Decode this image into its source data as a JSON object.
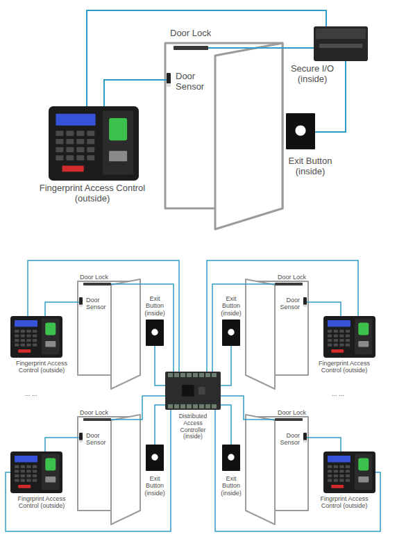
{
  "diagram": {
    "nodes": [
      {
        "text": [
          "Door Lock"
        ]
      },
      {
        "text": [
          "Secure I/O (inside)"
        ]
      },
      {
        "text": [
          "Door Sensor"
        ]
      },
      {
        "text": [
          "Fingerprint Access Control (outside)"
        ]
      },
      {
        "text": [
          "Exit Button (inside)"
        ]
      },
      {
        "text": [
          "Door Lock"
        ]
      },
      {
        "text": [
          "Door Sensor"
        ]
      },
      {
        "text": [
          "Exit Button (inside)"
        ]
      },
      {
        "text": [
          "Fingerprint Access Control (outside)"
        ]
      },
      {
        "text": [
          "Door Lock"
        ]
      },
      {
        "text": [
          "Door Sensor"
        ]
      },
      {
        "text": [
          "Exit Button (inside)"
        ]
      },
      {
        "text": [
          "Fingerprint Access Control (outside)"
        ]
      },
      {
        "text": [
          "Distributed Access Controller (inside)"
        ]
      },
      {
        "text": [
          "Door Lock"
        ]
      },
      {
        "text": [
          "Door Sensor"
        ]
      },
      {
        "text": [
          "Exit Button (inside)"
        ]
      },
      {
        "text": [
          "Fingrprint Access Control (outside)"
        ]
      },
      {
        "text": [
          "Door Lock"
        ]
      },
      {
        "text": [
          "Door Sensor"
        ]
      },
      {
        "text": [
          "Exit Button (inside)"
        ]
      },
      {
        "text": [
          "Fingrprint Access Control (outside)"
        ]
      }
    ],
    "edges": [
      {
        "from": 3,
        "to": 1,
        "arrow": "none"
      },
      {
        "from": 0,
        "to": 1,
        "arrow": "none"
      },
      {
        "from": 2,
        "to": 3,
        "arrow": "none"
      },
      {
        "from": 4,
        "to": 1,
        "arrow": "none"
      },
      {
        "from": 8,
        "to": 13,
        "arrow": "none"
      },
      {
        "from": 5,
        "to": 13,
        "arrow": "none"
      },
      {
        "from": 6,
        "to": 8,
        "arrow": "none"
      },
      {
        "from": 7,
        "to": 13,
        "arrow": "none"
      },
      {
        "from": 12,
        "to": 13,
        "arrow": "none"
      },
      {
        "from": 9,
        "to": 13,
        "arrow": "none"
      },
      {
        "from": 10,
        "to": 12,
        "arrow": "none"
      },
      {
        "from": 11,
        "to": 13,
        "arrow": "none"
      },
      {
        "from": 17,
        "to": 13,
        "arrow": "none"
      },
      {
        "from": 14,
        "to": 13,
        "arrow": "none"
      },
      {
        "from": 15,
        "to": 17,
        "arrow": "none"
      },
      {
        "from": 16,
        "to": 13,
        "arrow": "none"
      },
      {
        "from": 21,
        "to": 13,
        "arrow": "none"
      },
      {
        "from": 18,
        "to": 13,
        "arrow": "none"
      },
      {
        "from": 19,
        "to": 21,
        "arrow": "none"
      },
      {
        "from": 20,
        "to": 13,
        "arrow": "none"
      }
    ],
    "labels": [
      "... ...",
      "... ..."
    ]
  }
}
